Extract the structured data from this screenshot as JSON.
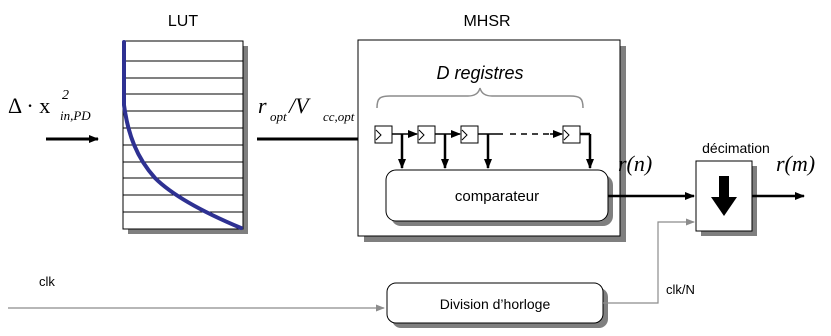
{
  "labels": {
    "lut": "LUT",
    "mhsr": "MHSR",
    "d_registres": "D registres",
    "comparateur": "comparateur",
    "decimation": "décimation",
    "clk": "clk",
    "clk_n": "clk/N",
    "division": "Division d’horloge"
  },
  "math": {
    "input_delta": "Δ · x",
    "input_sup": "2",
    "input_sub": "in,PD",
    "r_opt": "r",
    "r_opt_sub": "opt",
    "r_opt_slash": " /V",
    "vcc_sub": "cc,opt",
    "r_n": "r(n)",
    "r_m": "r(m)"
  },
  "colors": {
    "lut_curve": "#2e3192",
    "box_shadow": "#7f7f7f",
    "signal_line": "#000000",
    "clock_line": "#8c8c8c"
  }
}
